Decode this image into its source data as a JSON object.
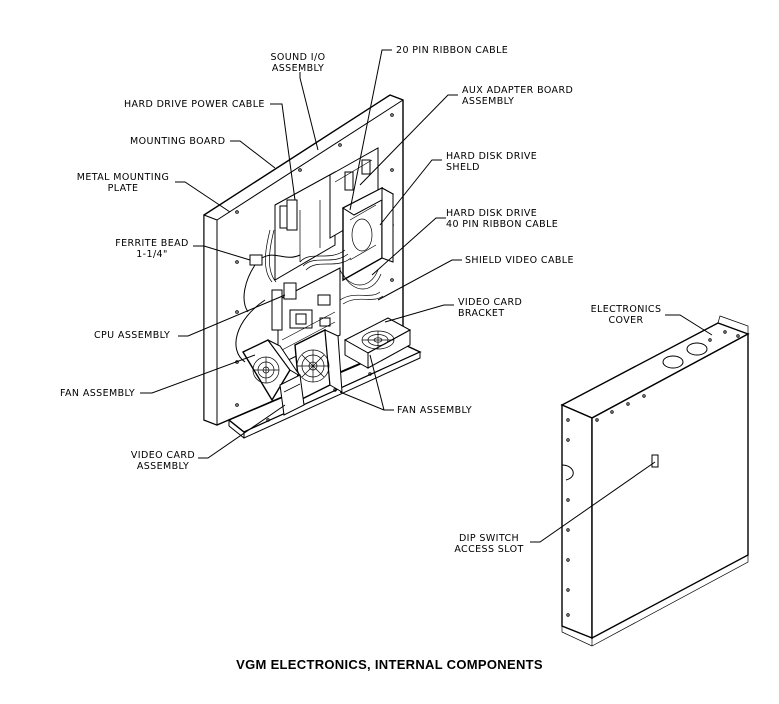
{
  "caption": "VGM ELECTRONICS, INTERNAL COMPONENTS",
  "labels": {
    "sound_io_l1": "SOUND I/O",
    "sound_io_l2": "ASSEMBLY",
    "ribbon20": "20 PIN RIBBON CABLE",
    "aux_l1": "AUX ADAPTER BOARD",
    "aux_l2": "ASSEMBLY",
    "hd_power": "HARD DRIVE POWER CABLE",
    "mounting_board": "MOUNTING BOARD",
    "hdd_l1": "HARD DISK DRIVE",
    "hdd_l2": "SHELD",
    "metal_l1": "METAL MOUNTING",
    "metal_l2": "PLATE",
    "hdd40_l1": "HARD DISK DRIVE",
    "hdd40_l2": "40 PIN RIBBON CABLE",
    "ferrite_l1": "FERRITE BEAD",
    "ferrite_l2": "1-1/4\"",
    "shield_video": "SHIELD VIDEO CABLE",
    "vcb_l1": "VIDEO CARD",
    "vcb_l2": "BRACKET",
    "cpu": "CPU ASSEMBLY",
    "fan_left": "FAN ASSEMBLY",
    "fan_right": "FAN ASSEMBLY",
    "ecover_l1": "ELECTRONICS",
    "ecover_l2": "COVER",
    "vca_l1": "VIDEO CARD",
    "vca_l2": "ASSEMBLY",
    "dip_l1": "DIP SWITCH",
    "dip_l2": "ACCESS SLOT"
  }
}
